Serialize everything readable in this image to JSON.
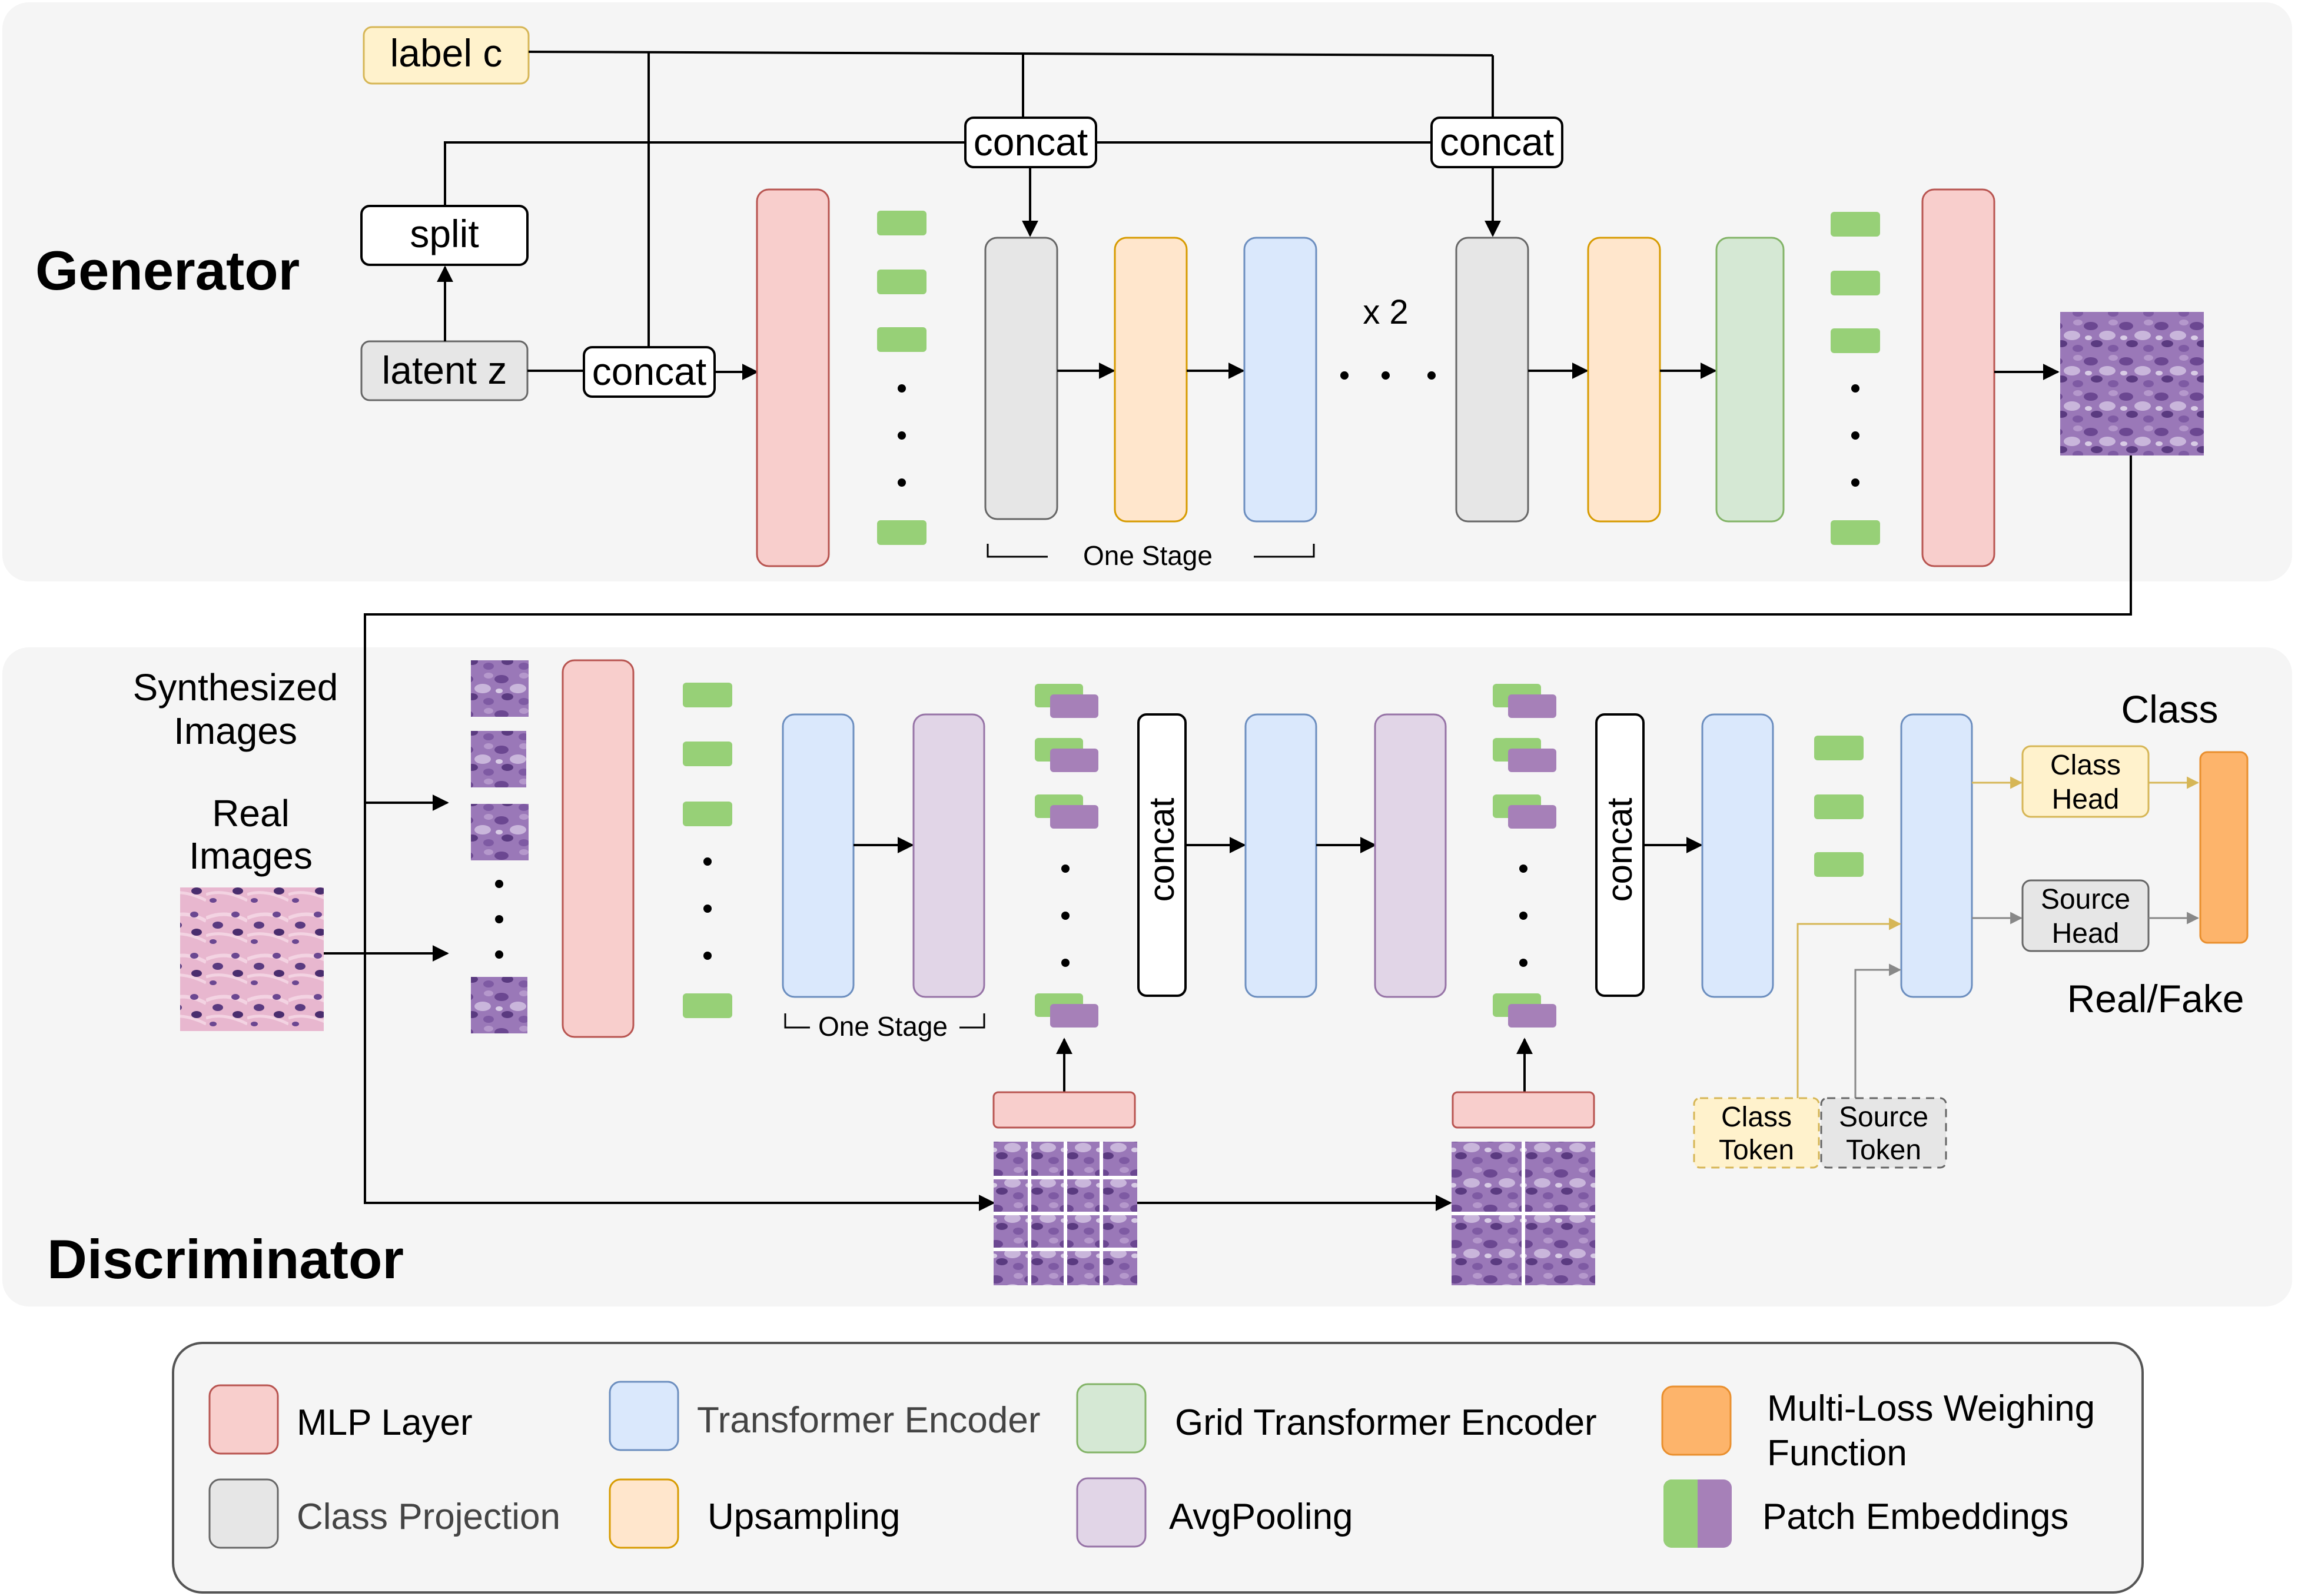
{
  "generator": {
    "title": "Generator",
    "label_c": "label c",
    "latent_z": "latent z",
    "split": "split",
    "concat": "concat",
    "repeat": "x 2",
    "one_stage": "One Stage"
  },
  "discriminator": {
    "title": "Discriminator",
    "synthesized_images": [
      "Synthesized",
      "Images"
    ],
    "real_images": [
      "Real",
      "Images"
    ],
    "concat": "concat",
    "one_stage": "One Stage",
    "class_head": [
      "Class",
      "Head"
    ],
    "source_head": [
      "Source",
      "Head"
    ],
    "class_token": [
      "Class",
      "Token"
    ],
    "source_token": [
      "Source",
      "Token"
    ],
    "output_class": "Class",
    "output_realfake": "Real/Fake"
  },
  "legend": {
    "items": [
      {
        "key": "mlp",
        "label": [
          "MLP Layer"
        ],
        "color": "#f8cecc",
        "stroke": "#b85450"
      },
      {
        "key": "class-projection",
        "label": [
          "Class Projection"
        ],
        "color": "#e6e6e6",
        "stroke": "#666666"
      },
      {
        "key": "transformer-encoder",
        "label": [
          "Transformer Encoder"
        ],
        "color": "#dae8fc",
        "stroke": "#6c8ebf"
      },
      {
        "key": "upsampling",
        "label": [
          "Upsampling"
        ],
        "color": "#ffe6cc",
        "stroke": "#d79b00"
      },
      {
        "key": "grid-transformer-encoder",
        "label": [
          "Grid Transformer Encoder"
        ],
        "color": "#d5e8d4",
        "stroke": "#82b366"
      },
      {
        "key": "avgpooling",
        "label": [
          "AvgPooling"
        ],
        "color": "#e1d5e7",
        "stroke": "#9673a6"
      },
      {
        "key": "multi-loss",
        "label": [
          "Multi-Loss Weighing",
          "Function"
        ],
        "color": "#fdb46b",
        "stroke": "#e98f2e"
      },
      {
        "key": "patch-embeddings",
        "label": [
          "Patch Embeddings"
        ],
        "color": "#97d077",
        "stroke": "#a680b8"
      }
    ]
  }
}
